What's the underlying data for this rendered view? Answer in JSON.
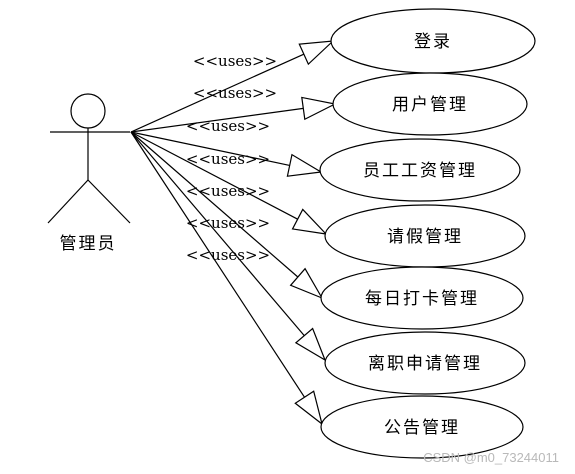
{
  "actor": {
    "name": "管理员",
    "icon": "stick-figure-actor-icon"
  },
  "relationship_label": "<<uses>>",
  "use_cases": [
    {
      "id": "login",
      "label": "登录"
    },
    {
      "id": "user-management",
      "label": "用户管理"
    },
    {
      "id": "salary-management",
      "label": "员工工资管理"
    },
    {
      "id": "leave-management",
      "label": "请假管理"
    },
    {
      "id": "attendance-management",
      "label": "每日打卡管理"
    },
    {
      "id": "resignation-management",
      "label": "离职申请管理"
    },
    {
      "id": "announcement-management",
      "label": "公告管理"
    }
  ],
  "watermark": "CSDN @m0_73244011"
}
